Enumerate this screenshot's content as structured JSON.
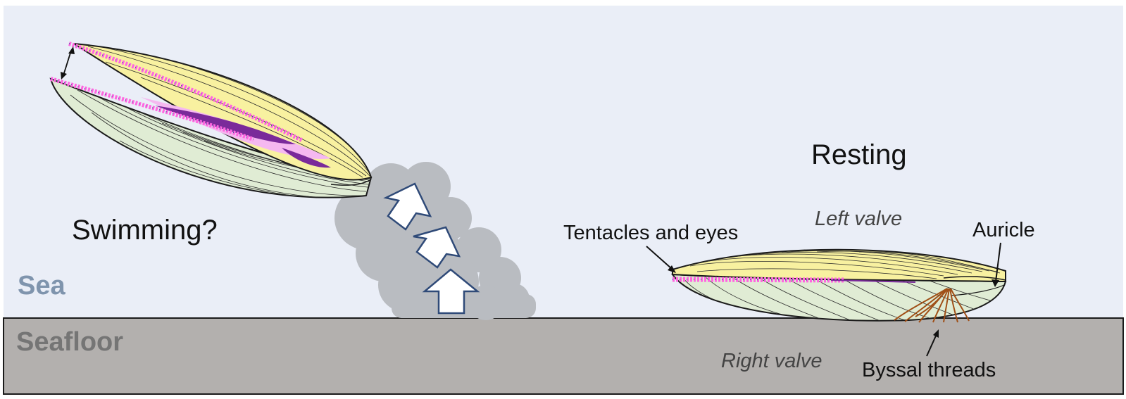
{
  "labels": {
    "swimming": "Swimming?",
    "resting": "Resting",
    "left_valve": "Left valve",
    "right_valve": "Right valve",
    "tentacles": "Tentacles and eyes",
    "auricle": "Auricle",
    "byssal": "Byssal threads",
    "sea": "Sea",
    "seafloor": "Seafloor"
  },
  "colors": {
    "sea": "#eaeef7",
    "seafloor": "#b3b0ae",
    "upper_valve": "#f8f1a0",
    "lower_valve": "#e0ecd4",
    "mantle_pink": "#ff66e0",
    "mantle_purple": "#7a2a9a",
    "soft_pink": "#f5b8f0",
    "water_cloud": "#b9bcc1",
    "arrow_outline": "#2f4a78",
    "byssus": "#a05018",
    "sea_label": "#7f94ad",
    "seafloor_label": "#757575"
  },
  "icons": {
    "swim_arrows": "up-arrow-icon",
    "opening_arrow": "double-arrow-icon"
  }
}
